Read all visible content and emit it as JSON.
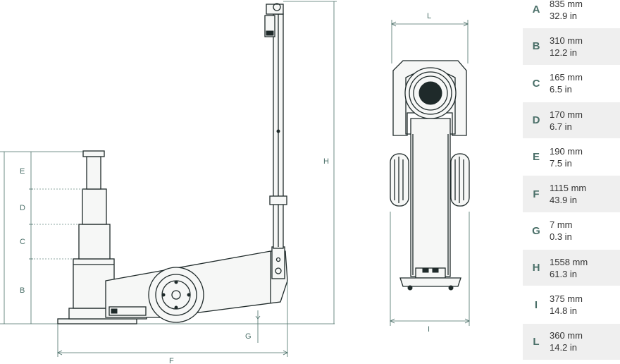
{
  "drawing_labels": {
    "side_view": {
      "e": "E",
      "d": "D",
      "c": "C",
      "b": "B",
      "f": "F",
      "g": "G",
      "h": "H"
    },
    "front_view": {
      "l": "L",
      "i": "I"
    }
  },
  "specs": [
    {
      "letter": "A",
      "mm": "835 mm",
      "in": "32.9 in",
      "shaded": false
    },
    {
      "letter": "B",
      "mm": "310 mm",
      "in": "12.2 in",
      "shaded": true
    },
    {
      "letter": "C",
      "mm": "165 mm",
      "in": "6.5 in",
      "shaded": false
    },
    {
      "letter": "D",
      "mm": "170 mm",
      "in": "6.7 in",
      "shaded": true
    },
    {
      "letter": "E",
      "mm": "190 mm",
      "in": "7.5 in",
      "shaded": false
    },
    {
      "letter": "F",
      "mm": "1115 mm",
      "in": "43.9 in",
      "shaded": true
    },
    {
      "letter": "G",
      "mm": "7 mm",
      "in": "0.3 in",
      "shaded": false
    },
    {
      "letter": "H",
      "mm": "1558 mm",
      "in": "61.3 in",
      "shaded": true
    },
    {
      "letter": "I",
      "mm": "375 mm",
      "in": "14.8 in",
      "shaded": false
    },
    {
      "letter": "L",
      "mm": "360 mm",
      "in": "14.2 in",
      "shaded": true
    }
  ],
  "colors": {
    "label": "#4a6f68",
    "line": "#1f2a2a",
    "row_shade": "#efefef"
  }
}
